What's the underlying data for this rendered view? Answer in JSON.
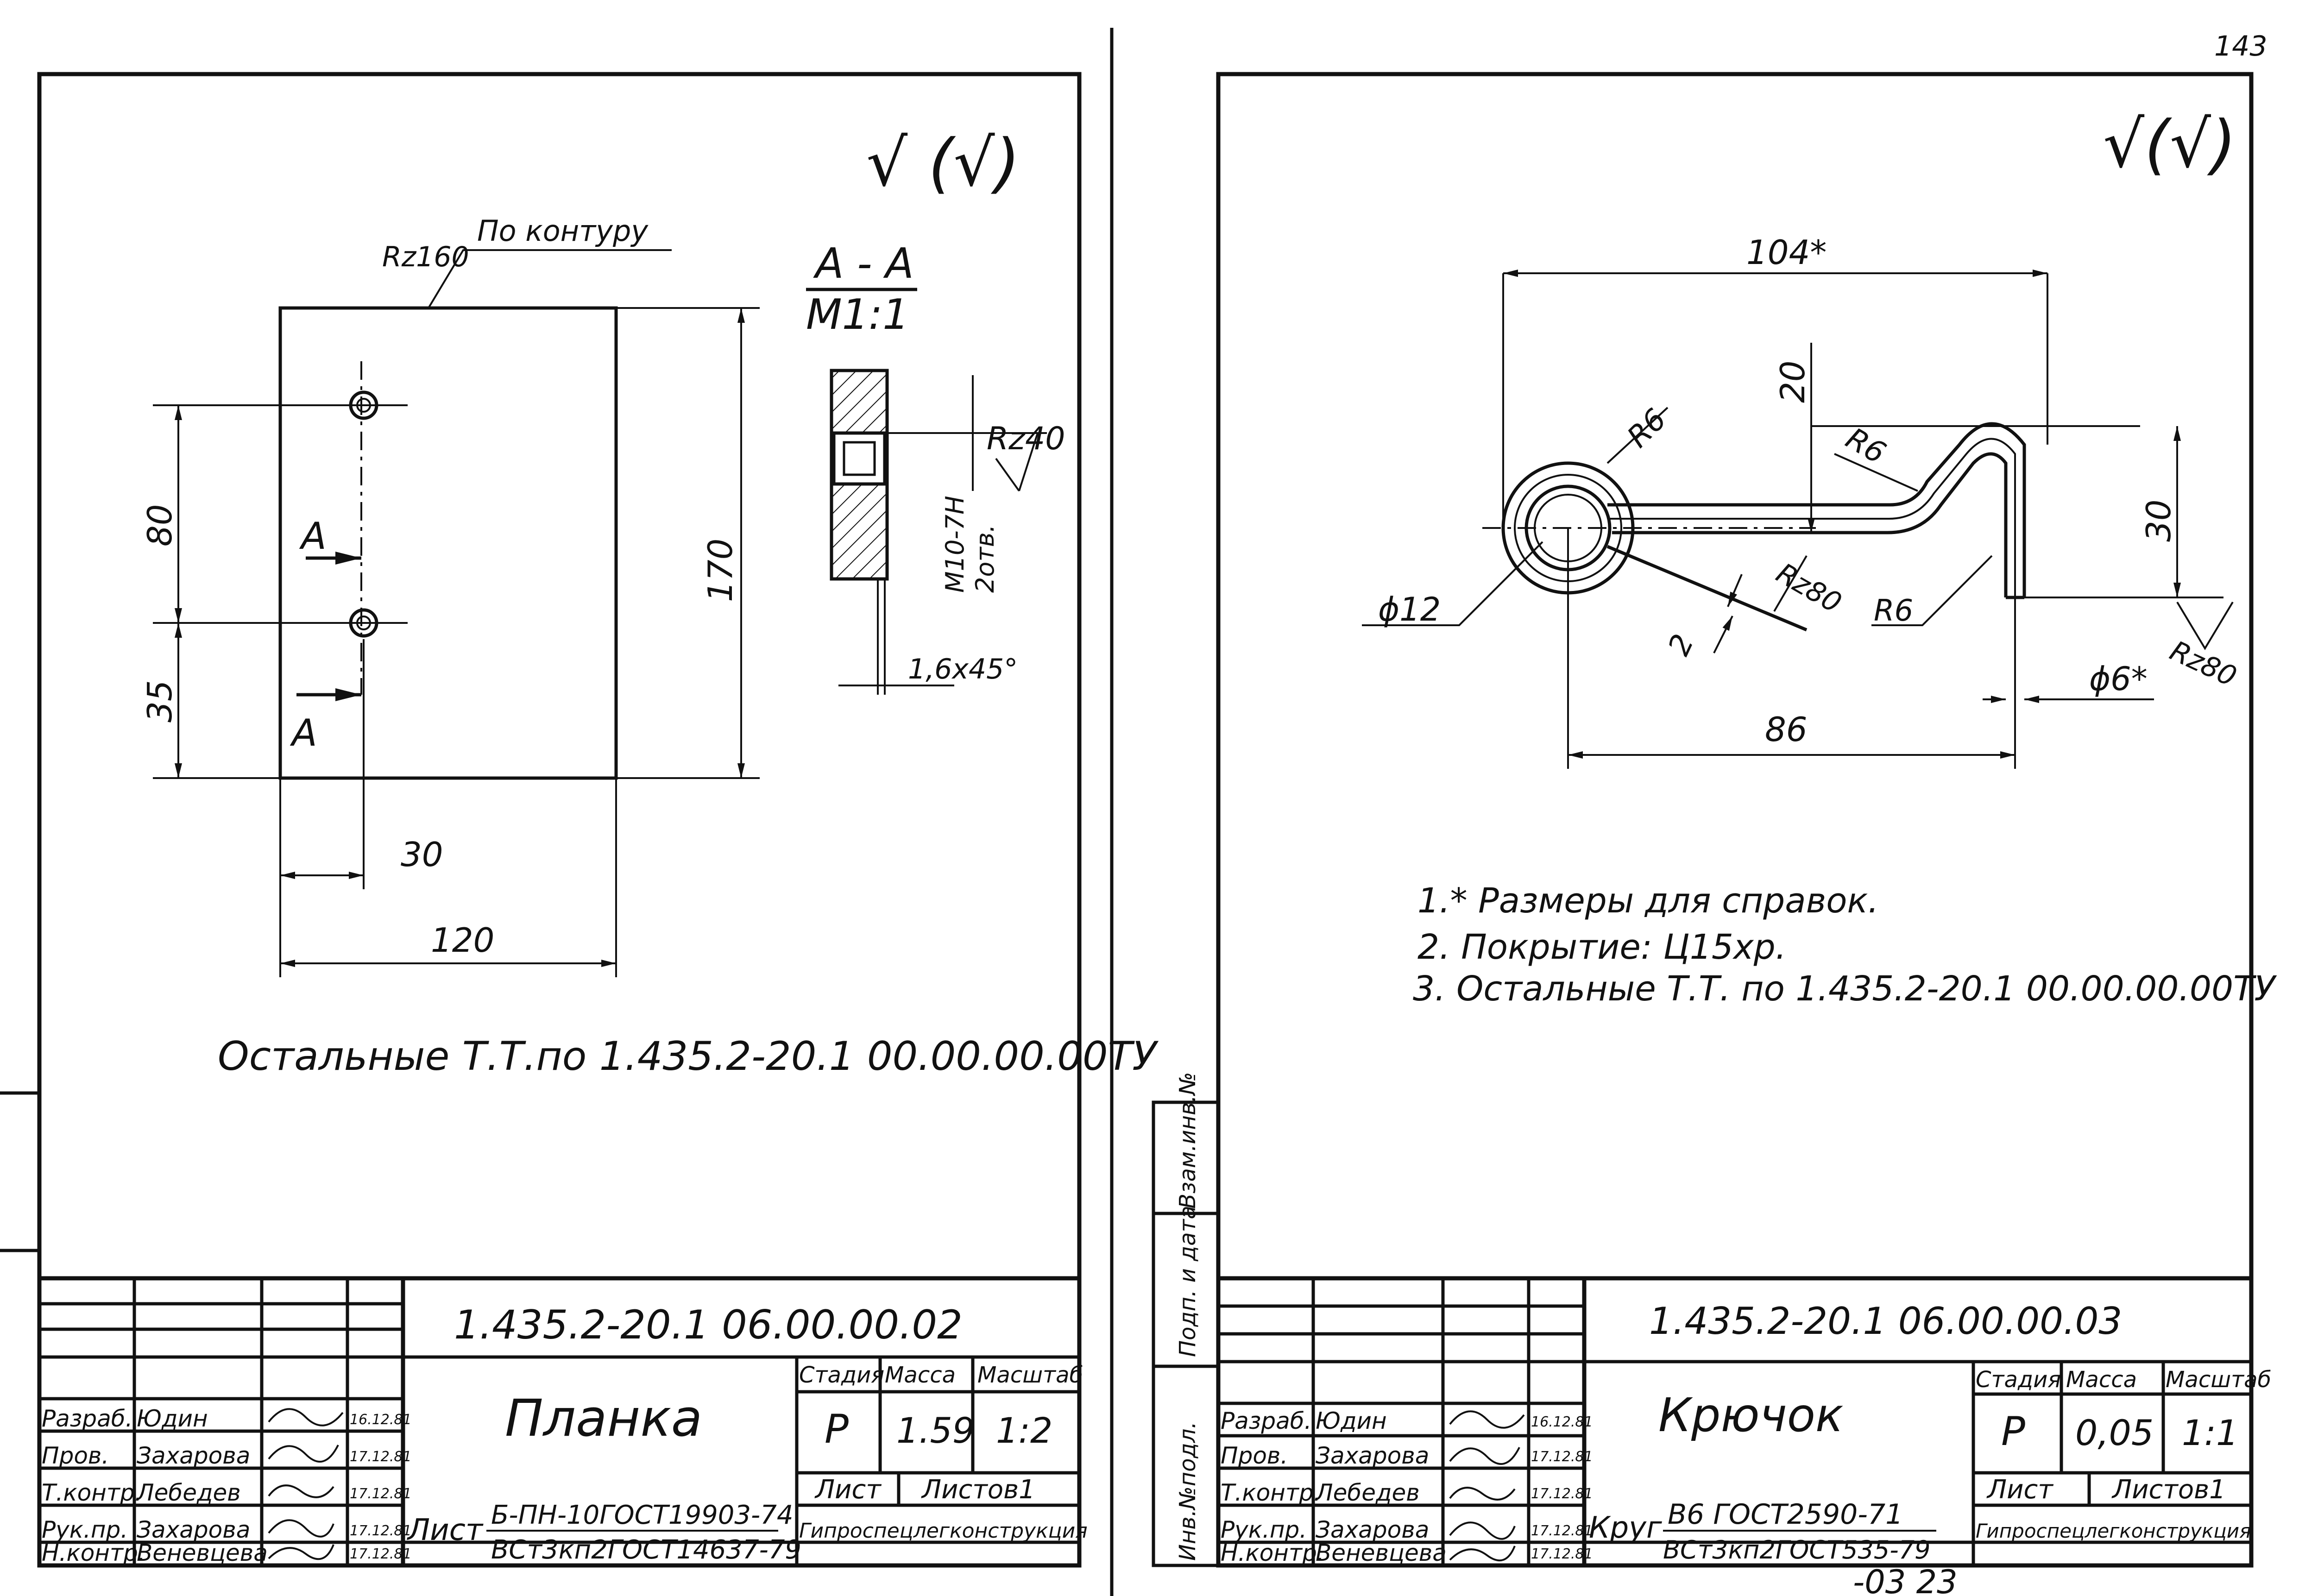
{
  "page_number": "143",
  "sheet_left": {
    "roughness_symbol": "√ (√)",
    "contour_label": "По контуру",
    "contour_roughness": "Rz160",
    "section_title": "А - А",
    "section_scale": "М1:1",
    "section_roughness": "Rz40",
    "thread_note": "М10-7Н",
    "hole_count": "2отв.",
    "chamfer": "1,6х45°",
    "dim_80": "80",
    "dim_35": "35",
    "dim_170": "170",
    "dim_30": "30",
    "dim_120": "120",
    "section_mark_1": "А",
    "section_mark_2": "А",
    "note": "Остальные Т.Т.по   1.435.2-20.1  00.00.00.00ТУ",
    "title_block": {
      "doc_code": "1.435.2-20.1  06.00.00.02",
      "part_name": "Планка",
      "stage_header": "Стадия",
      "mass_header": "Масса",
      "scale_header": "Масштаб",
      "stage": "Р",
      "mass": "1.59",
      "scale": "1:2",
      "sheet_label": "Лист",
      "sheets_label": "Листов1",
      "material_prefix": "Лист",
      "material_line1": "Б-ПН-10ГОСТ19903-74",
      "material_line2": "ВСт3кп2ГОСТ14637-79",
      "organization": "Гипроспецлегконструкция",
      "roles": [
        "Разраб.",
        "Пров.",
        "Т.контр.",
        "Рук.пр.",
        "Н.контр."
      ],
      "names": [
        "Юдин",
        "Захарова",
        "Лебедев",
        "Захарова",
        "Веневцева"
      ],
      "dates": [
        "16.12.81",
        "17.12.81",
        "17.12.81",
        "17.12.81",
        "17.12.81"
      ]
    }
  },
  "sheet_right": {
    "roughness_symbol": "√(√)",
    "dim_104": "104*",
    "dim_20": "20",
    "dim_30": "30",
    "dim_86": "86",
    "dim_2": "2",
    "radius_1": "R6",
    "radius_2": "R6",
    "radius_3": "R6",
    "roughness_1": "Rz80",
    "roughness_2": "Rz80",
    "diam_12": "ϕ12",
    "diam_6": "ϕ6*",
    "notes": [
      "1.* Размеры для справок.",
      "2. Покрытие: Ц15хр.",
      "3. Остальные Т.Т. по   1.435.2-20.1  00.00.00.00ТУ"
    ],
    "side_stamp": [
      "Инв.№подл.",
      "Подп. и дата",
      "Взам.инв.№"
    ],
    "bottom_code": "-03  23",
    "title_block": {
      "doc_code": "1.435.2-20.1  06.00.00.03",
      "part_name": "Крючок",
      "stage_header": "Стадия",
      "mass_header": "Масса",
      "scale_header": "Масштаб",
      "stage": "Р",
      "mass": "0,05",
      "scale": "1:1",
      "sheet_label": "Лист",
      "sheets_label": "Листов1",
      "material_prefix": "Круг",
      "material_line1": "В6 ГОСТ2590-71",
      "material_line2": "ВСт3кп2ГОСТ535-79",
      "organization": "Гипроспецлегконструкция",
      "roles": [
        "Разраб.",
        "Пров.",
        "Т.контр.",
        "Рук.пр.",
        "Н.контр."
      ],
      "names": [
        "Юдин",
        "Захарова",
        "Лебедев",
        "Захарова",
        "Веневцева"
      ],
      "dates": [
        "16.12.81",
        "17.12.81",
        "17.12.81",
        "17.12.81",
        "17.12.81"
      ]
    }
  }
}
